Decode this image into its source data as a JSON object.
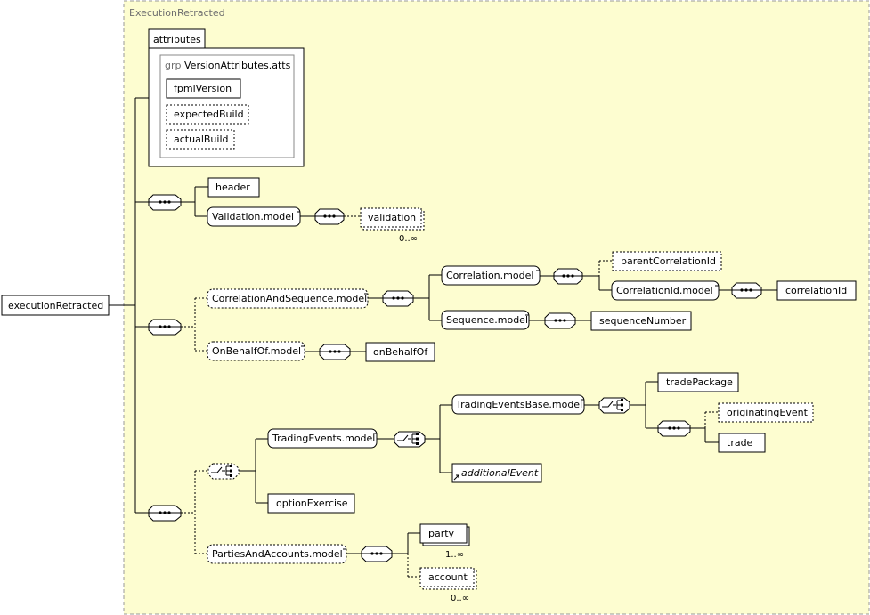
{
  "container": "ExecutionRetracted",
  "root": "executionRetracted",
  "attributes": {
    "tab": "attributes",
    "group_prefix": "grp",
    "group_name": "VersionAttributes.atts",
    "items": [
      "fpmlVersion",
      "expectedBuild",
      "actualBuild"
    ]
  },
  "elements": {
    "header": "header",
    "validation_model": "Validation.model",
    "validation": "validation",
    "correlation_and_sequence_model": "CorrelationAndSequence.model",
    "correlation_model": "Correlation.model",
    "parent_correlation_id": "parentCorrelationId",
    "correlation_id_model": "CorrelationId.model",
    "correlation_id": "correlationId",
    "sequence_model": "Sequence.model",
    "sequence_number": "sequenceNumber",
    "on_behalf_of_model": "OnBehalfOf.model",
    "on_behalf_of": "onBehalfOf",
    "trading_events_base_model": "TradingEventsBase.model",
    "trade_package": "tradePackage",
    "originating_event": "originatingEvent",
    "trade": "trade",
    "trading_events_model": "TradingEvents.model",
    "additional_event": "additionalEvent",
    "option_exercise": "optionExercise",
    "parties_and_accounts_model": "PartiesAndAccounts.model",
    "party": "party",
    "account": "account"
  },
  "cardinality": {
    "validation": "0..∞",
    "party": "1..∞",
    "account": "0..∞"
  }
}
